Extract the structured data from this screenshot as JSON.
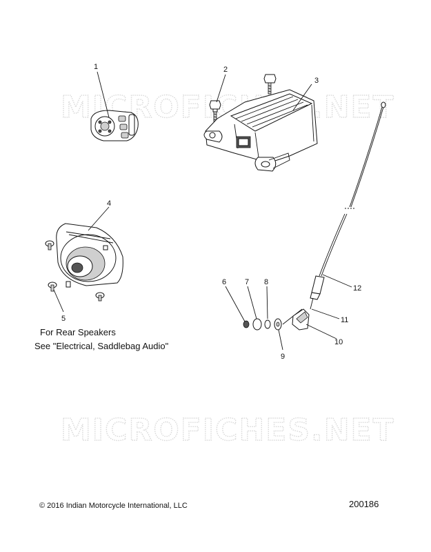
{
  "watermark": "MICROFICHES.NET",
  "callouts": [
    "1",
    "2",
    "3",
    "4",
    "5",
    "6",
    "7",
    "8",
    "9",
    "10",
    "11",
    "12"
  ],
  "note": {
    "line1": "For Rear Speakers",
    "line2": "See \"Electrical, Saddlebag Audio\""
  },
  "footer": {
    "copyright_symbol": "©",
    "copyright_text": "2016 Indian Motorcycle International, LLC",
    "diagram_number": "200186"
  }
}
